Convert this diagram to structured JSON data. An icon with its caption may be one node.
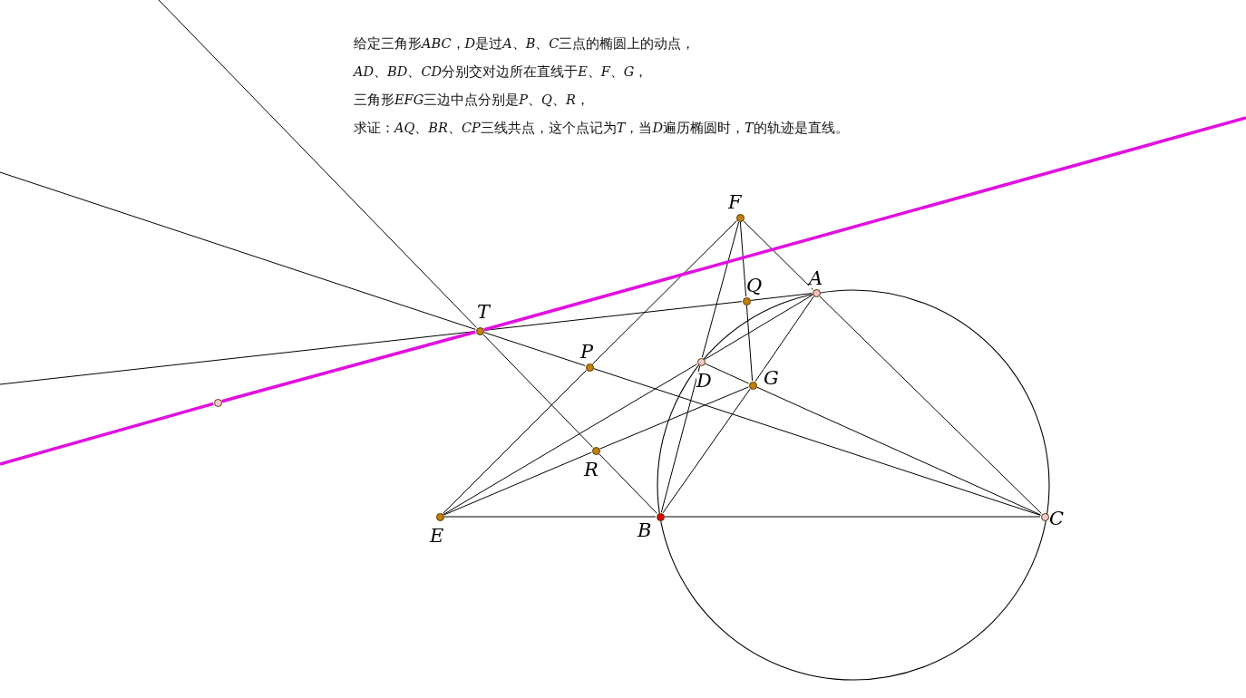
{
  "diagram": {
    "nodes": [
      {
        "text": [],
        "shape": "circle",
        "beside": [
          "A"
        ]
      },
      {
        "text": [],
        "shape": "circle",
        "beside": [
          "B"
        ]
      },
      {
        "text": [],
        "shape": "circle",
        "beside": [
          "C"
        ]
      },
      {
        "text": [],
        "shape": "circle",
        "beside": [
          "D"
        ]
      },
      {
        "text": [],
        "shape": "circle",
        "beside": [
          "E"
        ]
      },
      {
        "text": [],
        "shape": "circle",
        "beside": [
          "F"
        ]
      },
      {
        "text": [],
        "shape": "circle",
        "beside": [
          "G"
        ]
      },
      {
        "text": [],
        "shape": "circle",
        "beside": [
          "T"
        ]
      },
      {
        "text": [],
        "shape": "circle",
        "beside": [
          "P"
        ]
      },
      {
        "text": [],
        "shape": "circle",
        "beside": [
          "Q"
        ]
      },
      {
        "text": [],
        "shape": "circle",
        "beside": [
          "R"
        ]
      },
      {
        "text": [],
        "shape": "circle"
      }
    ],
    "edges": [
      {
        "from": 4,
        "to": 1,
        "arrow": "none"
      },
      {
        "from": 1,
        "to": 2,
        "arrow": "none"
      },
      {
        "from": 4,
        "to": 8,
        "arrow": "none"
      },
      {
        "from": 8,
        "to": 5,
        "arrow": "none"
      },
      {
        "from": 5,
        "to": 0,
        "arrow": "none"
      },
      {
        "from": 0,
        "to": 2,
        "arrow": "none"
      },
      {
        "from": 0,
        "to": 6,
        "arrow": "none"
      },
      {
        "from": 6,
        "to": 1,
        "arrow": "none"
      },
      {
        "from": 4,
        "to": 3,
        "arrow": "none"
      },
      {
        "from": 3,
        "to": 0,
        "arrow": "none"
      },
      {
        "from": 1,
        "to": 3,
        "arrow": "none"
      },
      {
        "from": 3,
        "to": 5,
        "arrow": "none"
      },
      {
        "from": 3,
        "to": 6,
        "arrow": "none"
      },
      {
        "from": 6,
        "to": 2,
        "arrow": "none"
      },
      {
        "from": 5,
        "to": 9,
        "arrow": "none"
      },
      {
        "from": 9,
        "to": 6,
        "arrow": "none"
      },
      {
        "from": 4,
        "to": 10,
        "arrow": "none"
      },
      {
        "from": 10,
        "to": 6,
        "arrow": "none"
      },
      {
        "from": 0,
        "to": 9,
        "arrow": "none"
      },
      {
        "from": 9,
        "to": 7,
        "arrow": "none"
      },
      {
        "from": 7,
        "to": null,
        "arrow": "none"
      },
      {
        "from": 2,
        "to": 8,
        "arrow": "none"
      },
      {
        "from": 8,
        "to": 7,
        "arrow": "none"
      },
      {
        "from": 7,
        "to": null,
        "arrow": "none"
      },
      {
        "from": 1,
        "to": 10,
        "arrow": "none"
      },
      {
        "from": 10,
        "to": 7,
        "arrow": "none"
      },
      {
        "from": 7,
        "to": null,
        "arrow": "none"
      },
      {
        "from": null,
        "to": 11,
        "arrow": "none",
        "style": "thick",
        "color": "#e010e0"
      },
      {
        "from": 11,
        "to": 7,
        "arrow": "none",
        "style": "thick",
        "color": "#e010e0"
      },
      {
        "from": 7,
        "to": null,
        "arrow": "none",
        "style": "thick",
        "color": "#e010e0"
      }
    ],
    "labels": [
      "给定三角形ABC，D是过A、B、C三点的椭圆上的动点，",
      "AD、BD、CD分别交对边所在直线于E、F、G，",
      "三角形EFG三边中点分别是P、Q、R，",
      "求证：AQ、BR、CP三线共点，这个点记为T，当D遍历椭圆时，T的轨迹是直线。"
    ]
  }
}
